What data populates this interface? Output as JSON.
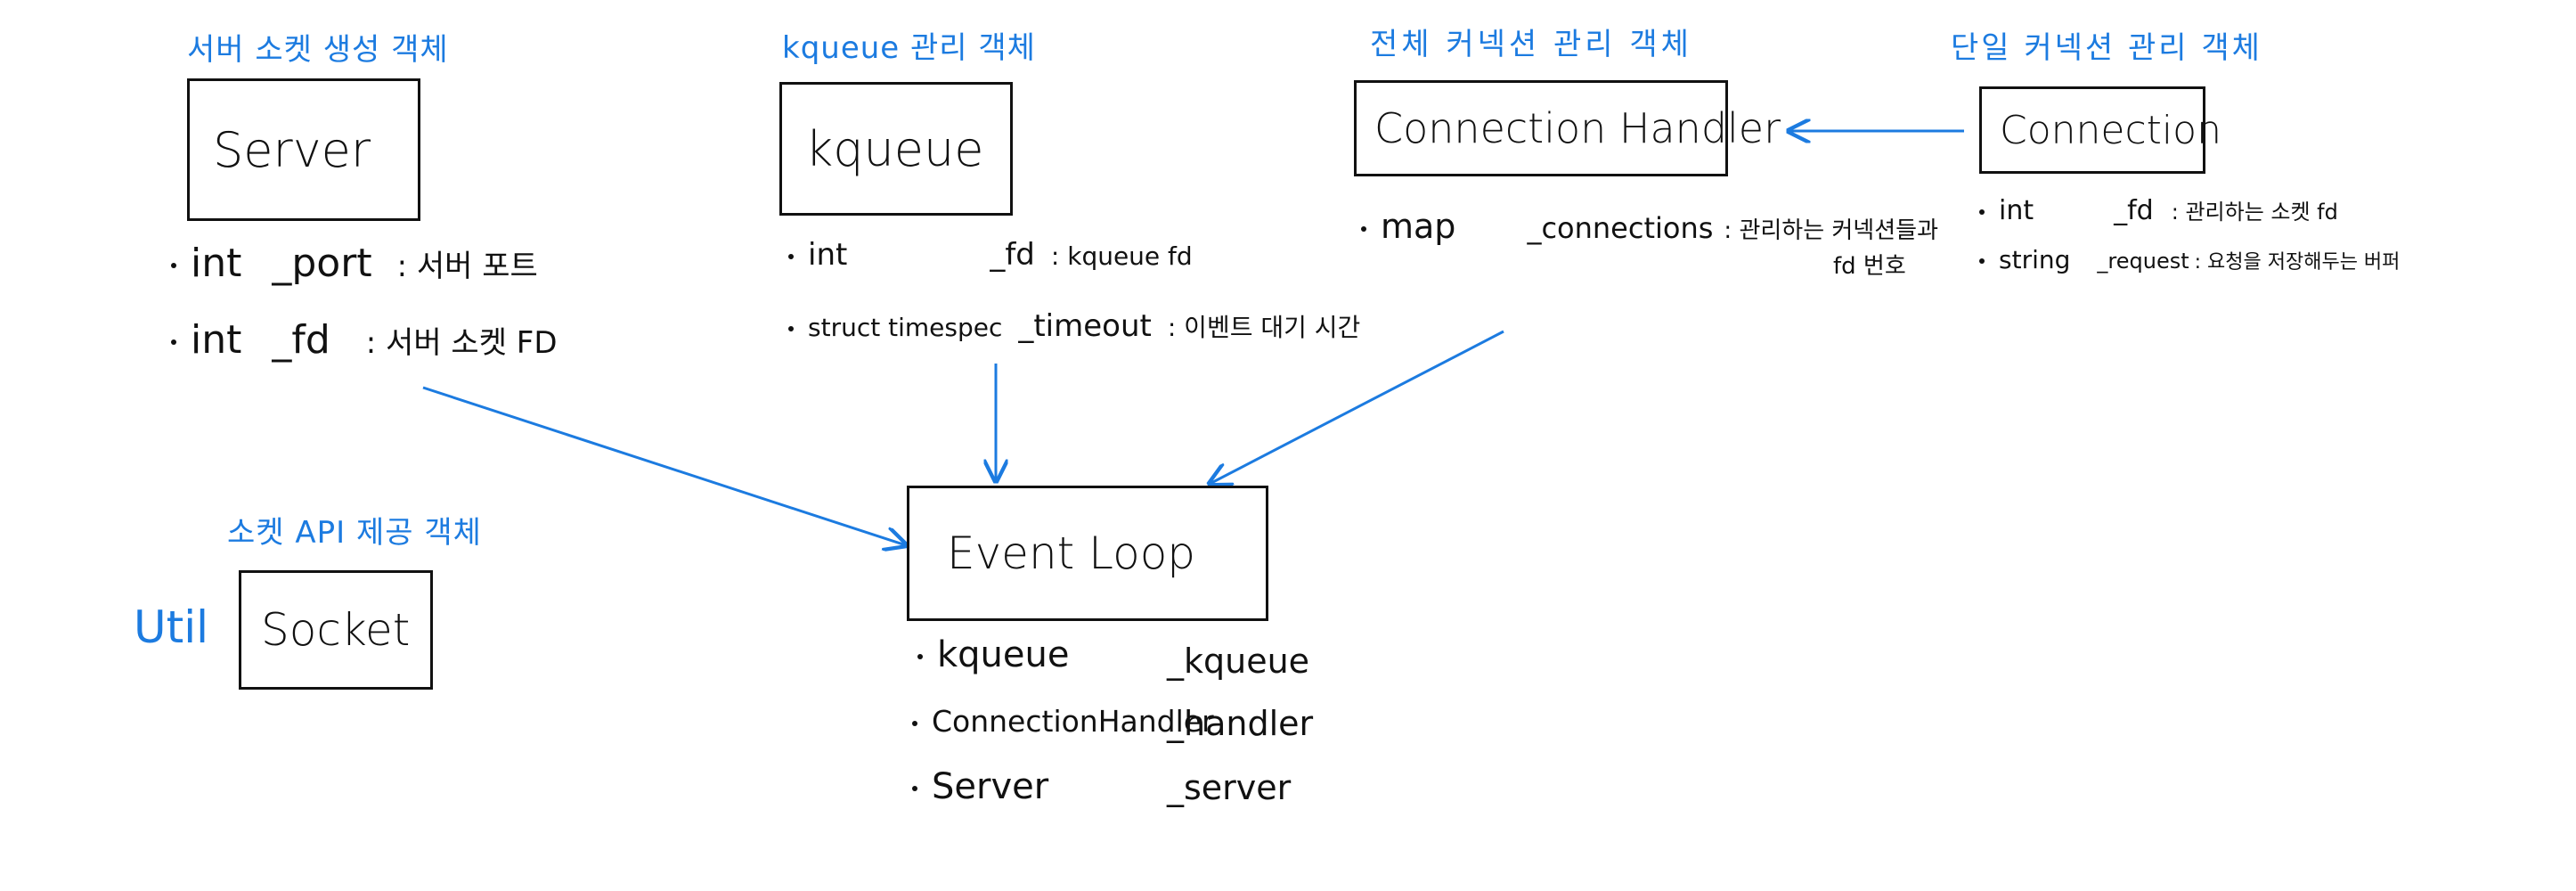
{
  "colors": {
    "annotation": "#1c7be0",
    "ink": "#111111"
  },
  "server": {
    "caption": "서버 소켓 생성 객체",
    "title": "Server",
    "fields": [
      {
        "type": "int",
        "name": "_port",
        "desc": ": 서버 포트"
      },
      {
        "type": "int",
        "name": "_fd",
        "desc": ": 서버 소켓 FD"
      }
    ]
  },
  "kqueue": {
    "caption": "kqueue 관리 객체",
    "title": "kqueue",
    "fields": [
      {
        "type": "int",
        "name": "_fd",
        "desc": ": kqueue fd"
      },
      {
        "type": "struct timespec",
        "name": "_timeout",
        "desc": ": 이벤트 대기 시간"
      }
    ]
  },
  "connection_handler": {
    "caption": "전체 커넥션 관리 객체",
    "title": "Connection Handler",
    "fields": [
      {
        "type": "map",
        "name": "_connections",
        "desc": ": 관리하는 커넥션들과",
        "desc2": "fd 번호"
      }
    ]
  },
  "connection": {
    "caption": "단일 커넥션 관리 객체",
    "title": "Connection",
    "fields": [
      {
        "type": "int",
        "name": "_fd",
        "desc": ": 관리하는 소켓 fd"
      },
      {
        "type": "string",
        "name": "_request",
        "desc": ": 요청을 저장해두는 버퍼"
      }
    ]
  },
  "socket": {
    "caption": "소켓 API 제공 객체",
    "side_label": "Util",
    "title": "Socket"
  },
  "event_loop": {
    "title": "Event Loop",
    "fields": [
      {
        "type": "kqueue",
        "name": "_kqueue"
      },
      {
        "type": "ConnectionHandler",
        "name": "_handler"
      },
      {
        "type": "Server",
        "name": "_server"
      }
    ]
  }
}
